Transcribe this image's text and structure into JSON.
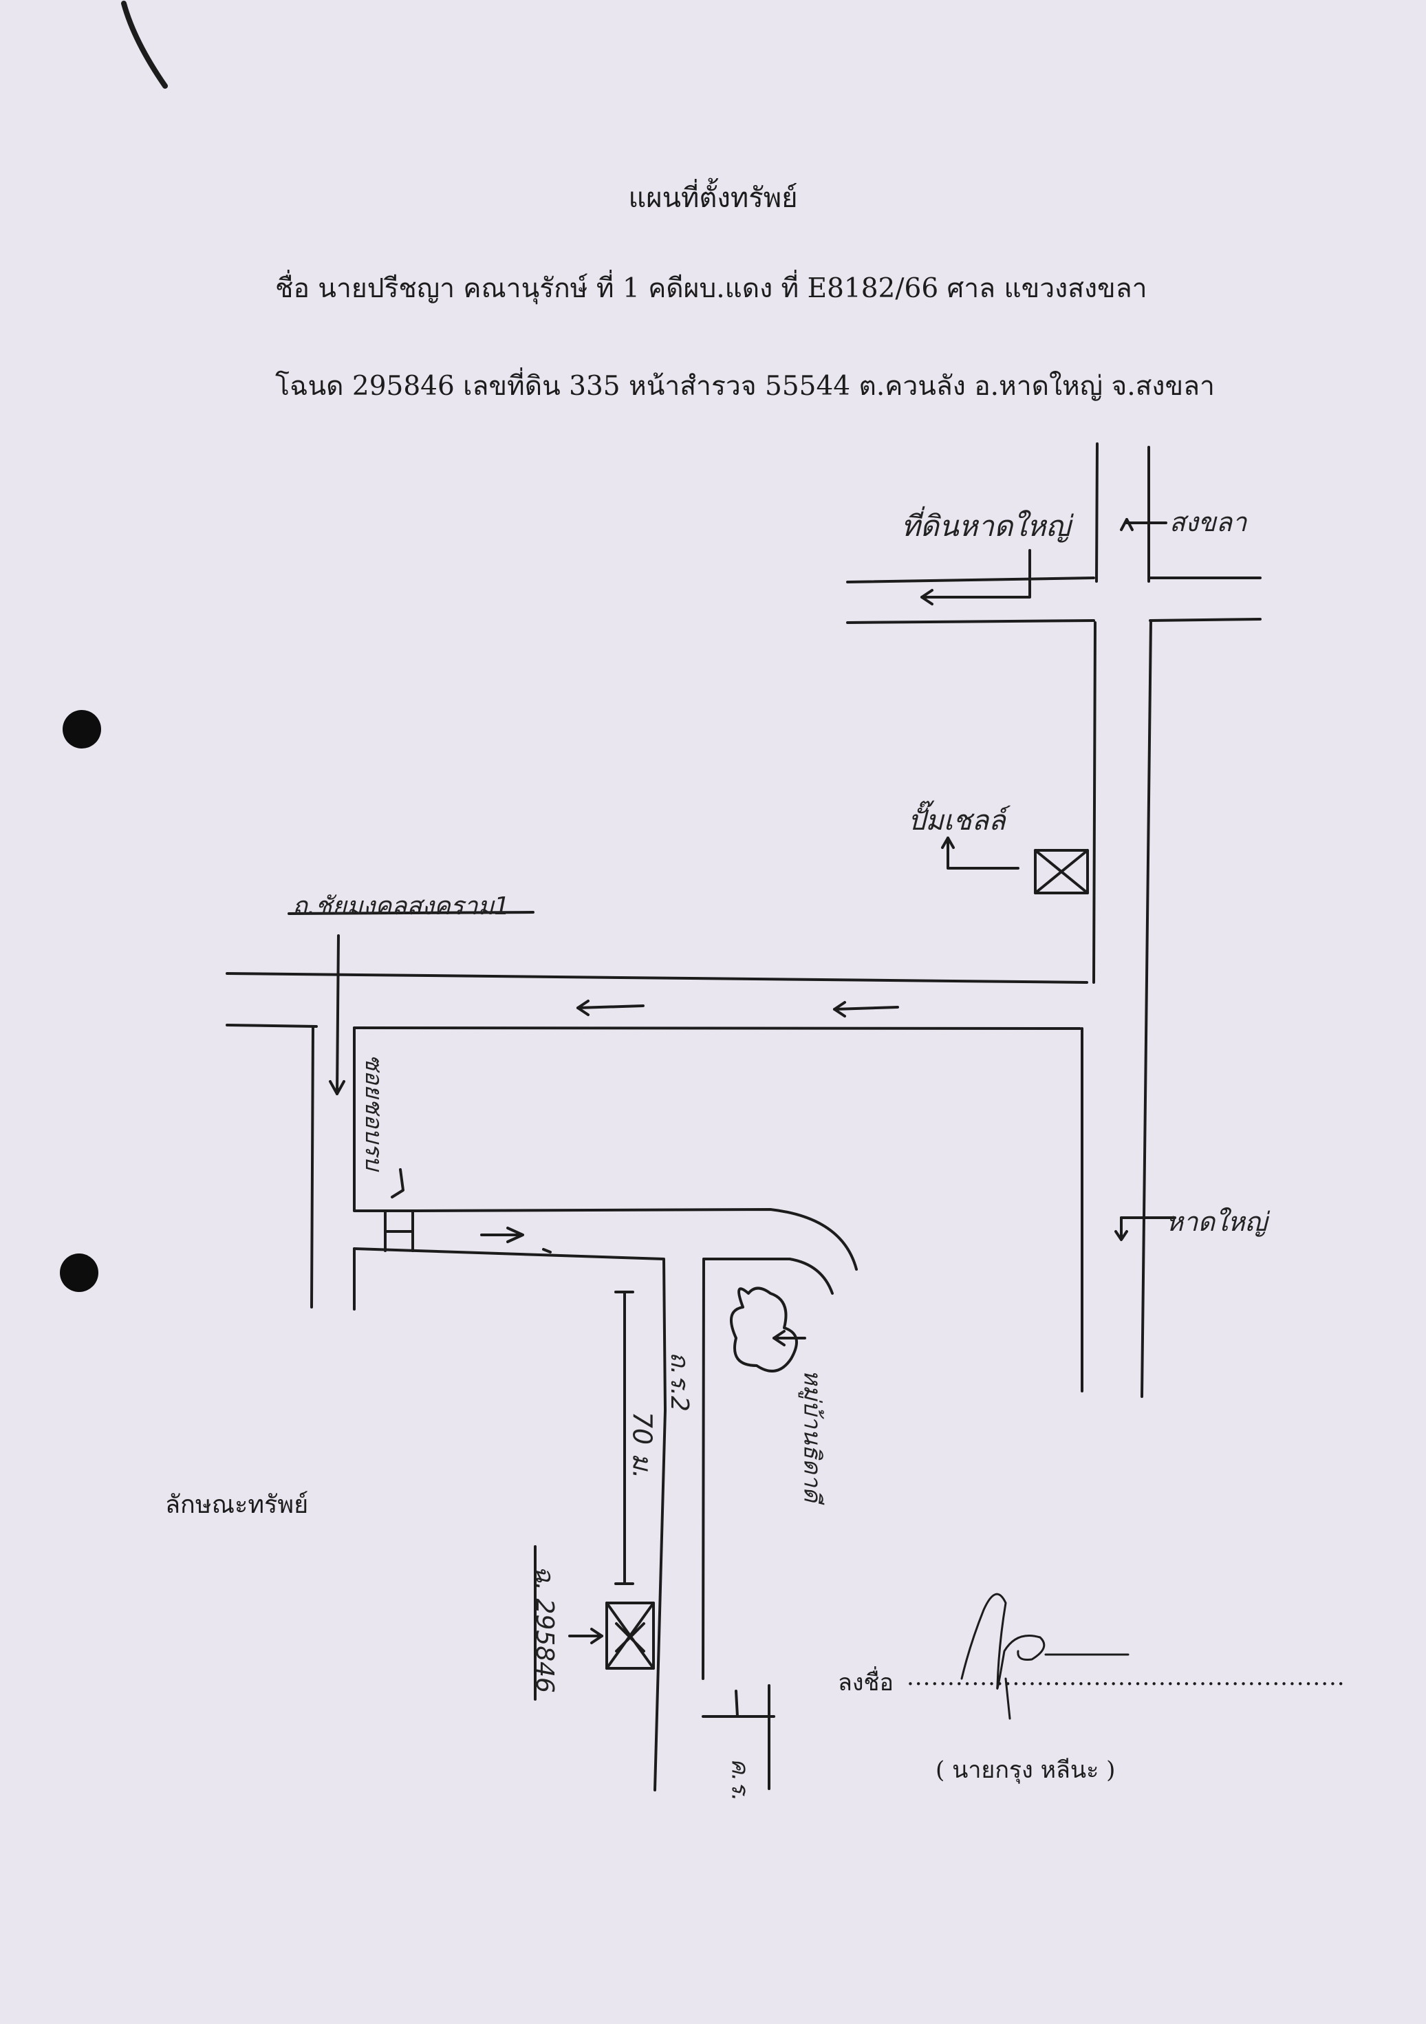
{
  "header": {
    "title": "แผนที่ตั้งทรัพย์",
    "line1": "ชื่อ นายปรีชญา  คณานุรักษ์ ที่ 1  คดีผบ.แดง ที่ E8182/66 ศาล แขวงสงขลา",
    "line2": "โฉนด 295846 เลขที่ดิน 335 หน้าสำรวจ 55544 ต.ควนลัง อ.หาดใหญ่ จ.สงขลา"
  },
  "map": {
    "labels": {
      "land_office": "ที่ดินหาดใหญ่",
      "songkhla": "สงขลา",
      "shell_pump": "ปั๊มเชลล์",
      "road_chaimongkol": "ถ.ชัยมงคลสงคราม1",
      "soi": "ซอยชอบรบ",
      "hatyai": "หาดใหญ่",
      "width_road": "ถ.ร.2",
      "distance": "70 ม.",
      "village": "หมู่บ้านธิดาดี",
      "deed": "ฉ. 295846",
      "canal": "ค.ร."
    },
    "icons": [
      "shell-station-marker",
      "property-marker",
      "tree-icon"
    ]
  },
  "property_label": "ลักษณะทรัพย์",
  "signature": {
    "label": "ลงชื่อ",
    "dots": "......................................................",
    "name": "(   นายกรุง หลีนะ  )"
  },
  "colors": {
    "paper": "#e9e6ef",
    "ink": "#1c1c1c"
  }
}
